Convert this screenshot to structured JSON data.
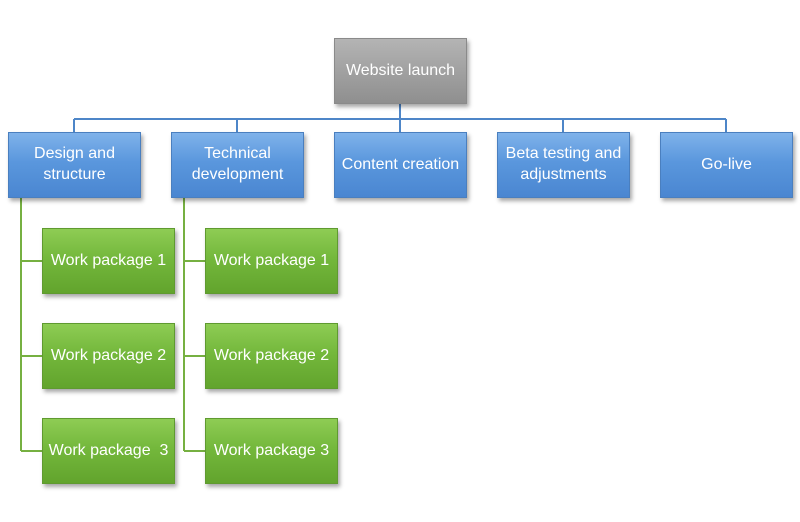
{
  "root": {
    "label": "Website launch"
  },
  "level1": [
    {
      "label": "Design and\nstructure"
    },
    {
      "label": "Technical\ndevelopment"
    },
    {
      "label": "Content creation"
    },
    {
      "label": "Beta testing and\nadjustments"
    },
    {
      "label": "Go-live"
    }
  ],
  "design_packages": [
    {
      "label": "Work package 1"
    },
    {
      "label": "Work package 2"
    },
    {
      "label": "Work package  3"
    }
  ],
  "technical_packages": [
    {
      "label": "Work package 1"
    },
    {
      "label": "Work package 2"
    },
    {
      "label": "Work package 3"
    }
  ],
  "colors": {
    "root": "#a3a3a3",
    "level1": "#5a97dd",
    "work_package": "#74b83c",
    "connector_blue": "#4e86c8",
    "connector_green": "#76b041"
  }
}
